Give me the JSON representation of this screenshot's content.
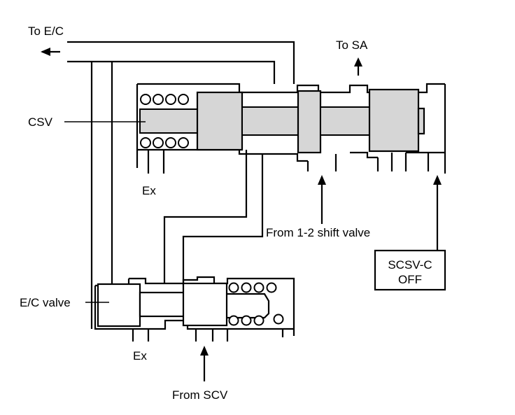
{
  "labels": {
    "to_ec": "To E/C",
    "to_sa": "To SA",
    "csv": "CSV",
    "ex_top": "Ex",
    "from_12_shift": "From 1-2 shift valve",
    "scsv_line1": "SCSV-C",
    "scsv_line2": "OFF",
    "ec_valve": "E/C valve",
    "ex_bottom": "Ex",
    "from_scv": "From SCV"
  }
}
